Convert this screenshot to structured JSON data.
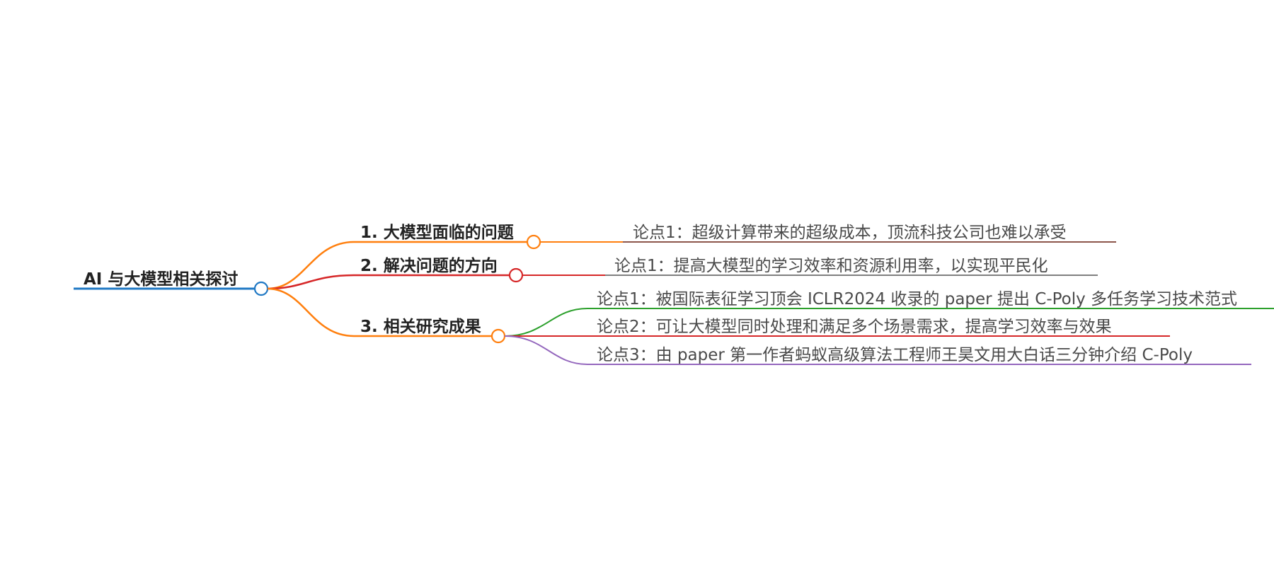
{
  "mindmap": {
    "root": {
      "label": "AI 与大模型相关探讨",
      "color": "#1f78c4"
    },
    "branches": [
      {
        "label": "1. 大模型面临的问题",
        "color": "#ff7f0e",
        "children": [
          {
            "label": "论点1：超级计算带来的超级成本，顶流科技公司也难以承受",
            "color": "#8c564b"
          }
        ]
      },
      {
        "label": "2. 解决问题的方向",
        "color": "#d62728",
        "children": [
          {
            "label": "论点1：提高大模型的学习效率和资源利用率，以实现平民化",
            "color": "#7f7f7f"
          }
        ]
      },
      {
        "label": "3. 相关研究成果",
        "color": "#ff7f0e",
        "children": [
          {
            "label": "论点1：被国际表征学习顶会 ICLR2024 收录的 paper 提出 C-Poly 多任务学习技术范式",
            "color": "#2ca02c"
          },
          {
            "label": "论点2：可让大模型同时处理和满足多个场景需求，提高学习效率与效果",
            "color": "#d62728"
          },
          {
            "label": "论点3：由 paper 第一作者蚂蚁高级算法工程师王昊文用大白话三分钟介绍 C-Poly",
            "color": "#9467bd"
          }
        ]
      }
    ]
  }
}
